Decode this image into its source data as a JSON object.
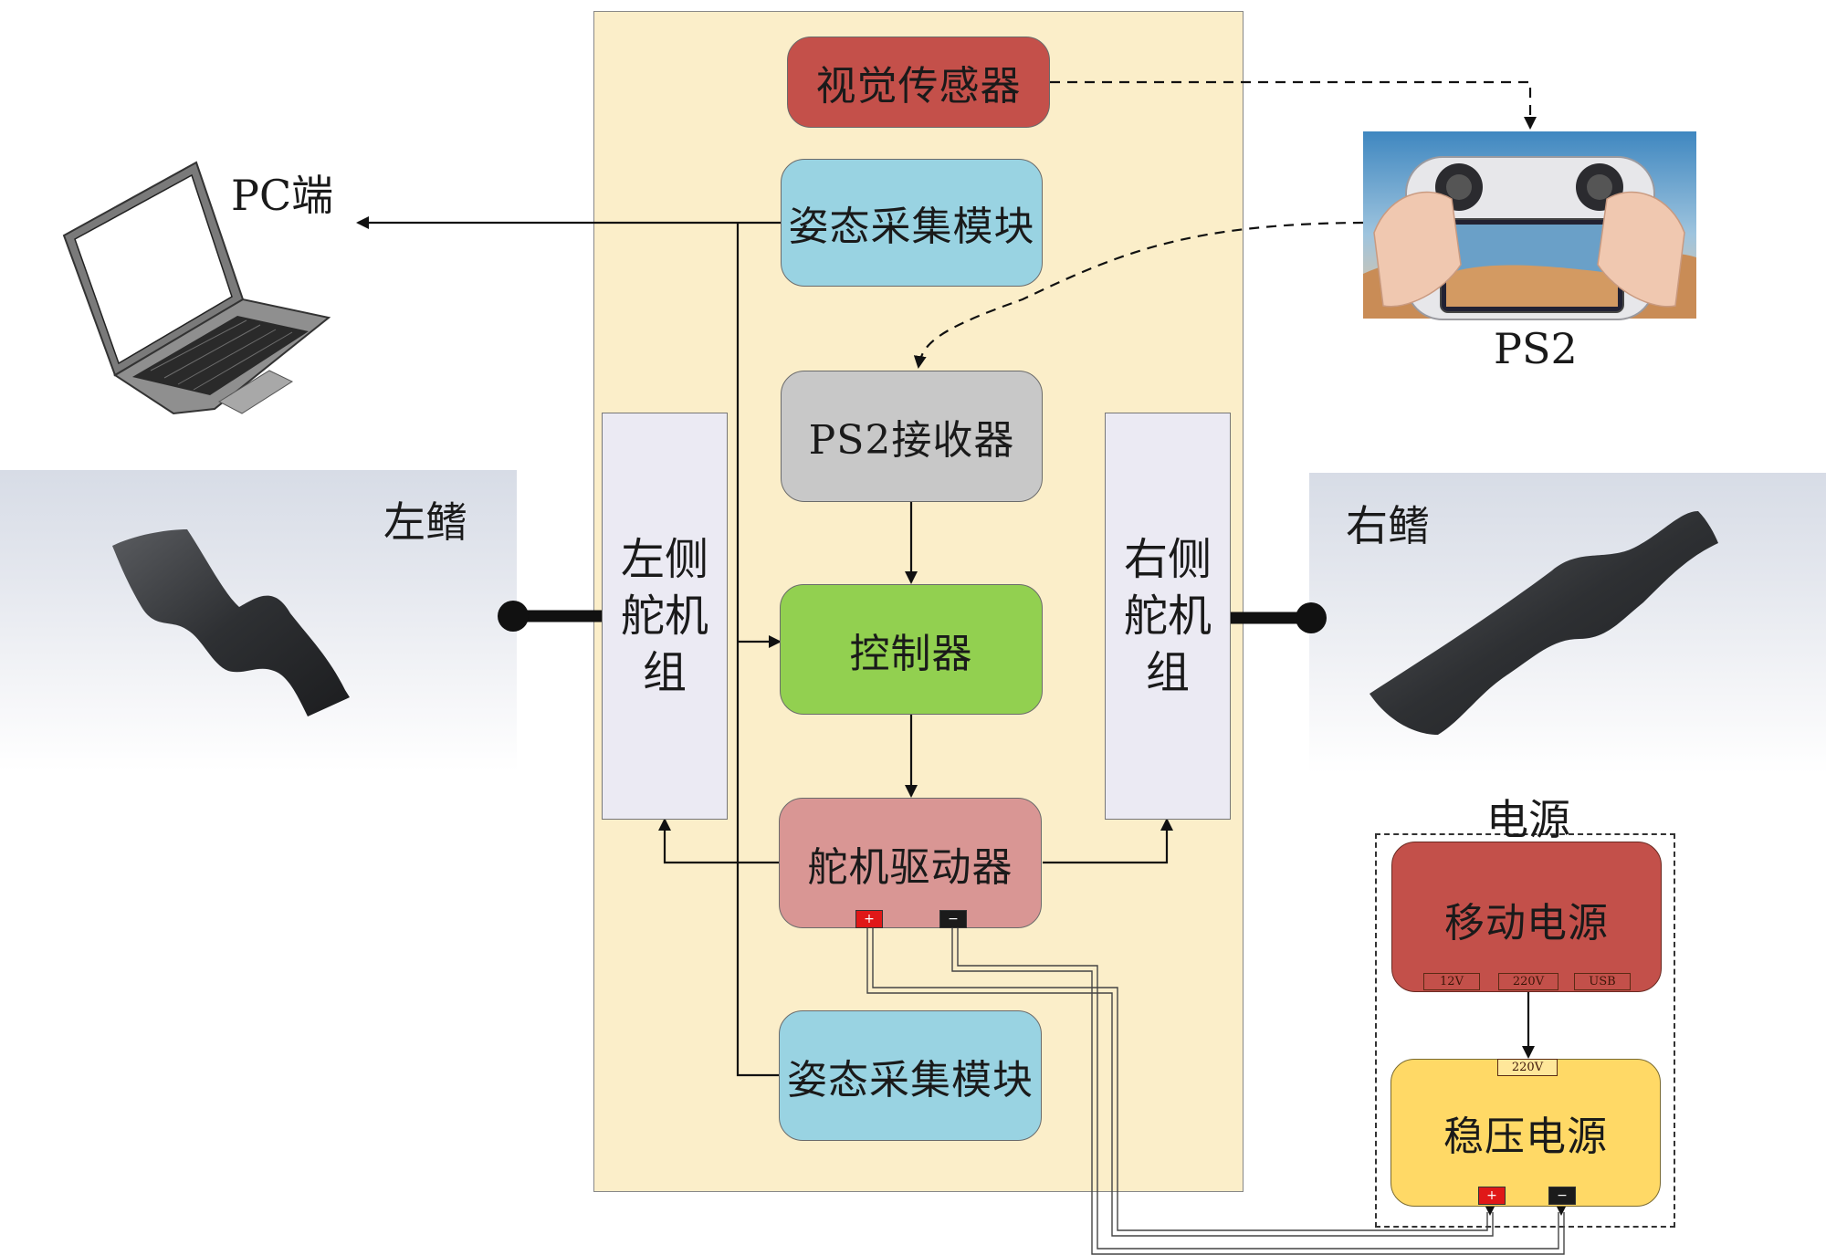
{
  "colors": {
    "panel": "#fbeec9",
    "vision": "#c4504a",
    "attitude": "#99d3e2",
    "receiver": "#c8c8c8",
    "controller": "#92d050",
    "driver": "#d99694",
    "servo_group": "#ebeaf3",
    "mobile_power": "#c3504a",
    "regulated_power": "#ffd966"
  },
  "blocks": {
    "vision_sensor": "视觉传感器",
    "attitude_top": "姿态采集模块",
    "ps2_receiver": "PS2接收器",
    "controller": "控制器",
    "servo_driver": "舵机驱动器",
    "attitude_bottom": "姿态采集模块"
  },
  "servo_groups": {
    "left": [
      "左侧",
      "舵机",
      "组"
    ],
    "right": [
      "右侧",
      "舵机",
      "组"
    ]
  },
  "labels": {
    "pc": "PC端",
    "ps2": "PS2",
    "left_fin": "左鳍",
    "right_fin": "右鳍",
    "power_title": "电源"
  },
  "power": {
    "mobile": "移动电源",
    "regulated": "稳压电源",
    "ports": [
      "12V",
      "220V",
      "USB"
    ],
    "input_port": "220V"
  },
  "terminals": {
    "positive": "+",
    "negative": "−"
  },
  "icons": [
    "laptop-icon",
    "gamepad-photo-icon",
    "left-fin-icon",
    "right-fin-icon"
  ]
}
